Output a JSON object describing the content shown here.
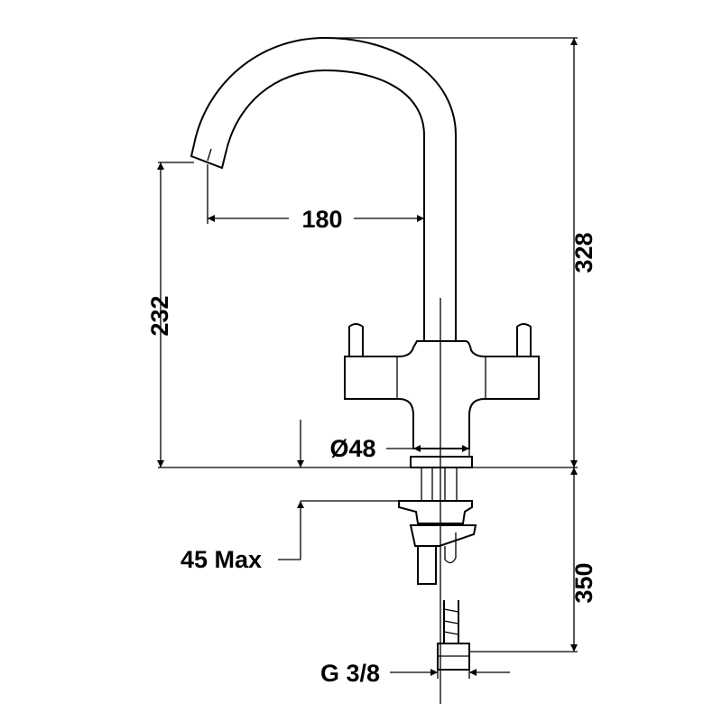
{
  "title": "Kitchen mixer tap dimension drawing",
  "dimensions": {
    "total_height": "328",
    "spout_height": "232",
    "spout_reach": "180",
    "base_diameter": "Ø48",
    "max_counter_thickness": "45 Max",
    "shank_length": "350",
    "connection_thread": "G 3/8"
  },
  "colors": {
    "line": "#000000",
    "background": "#ffffff"
  }
}
